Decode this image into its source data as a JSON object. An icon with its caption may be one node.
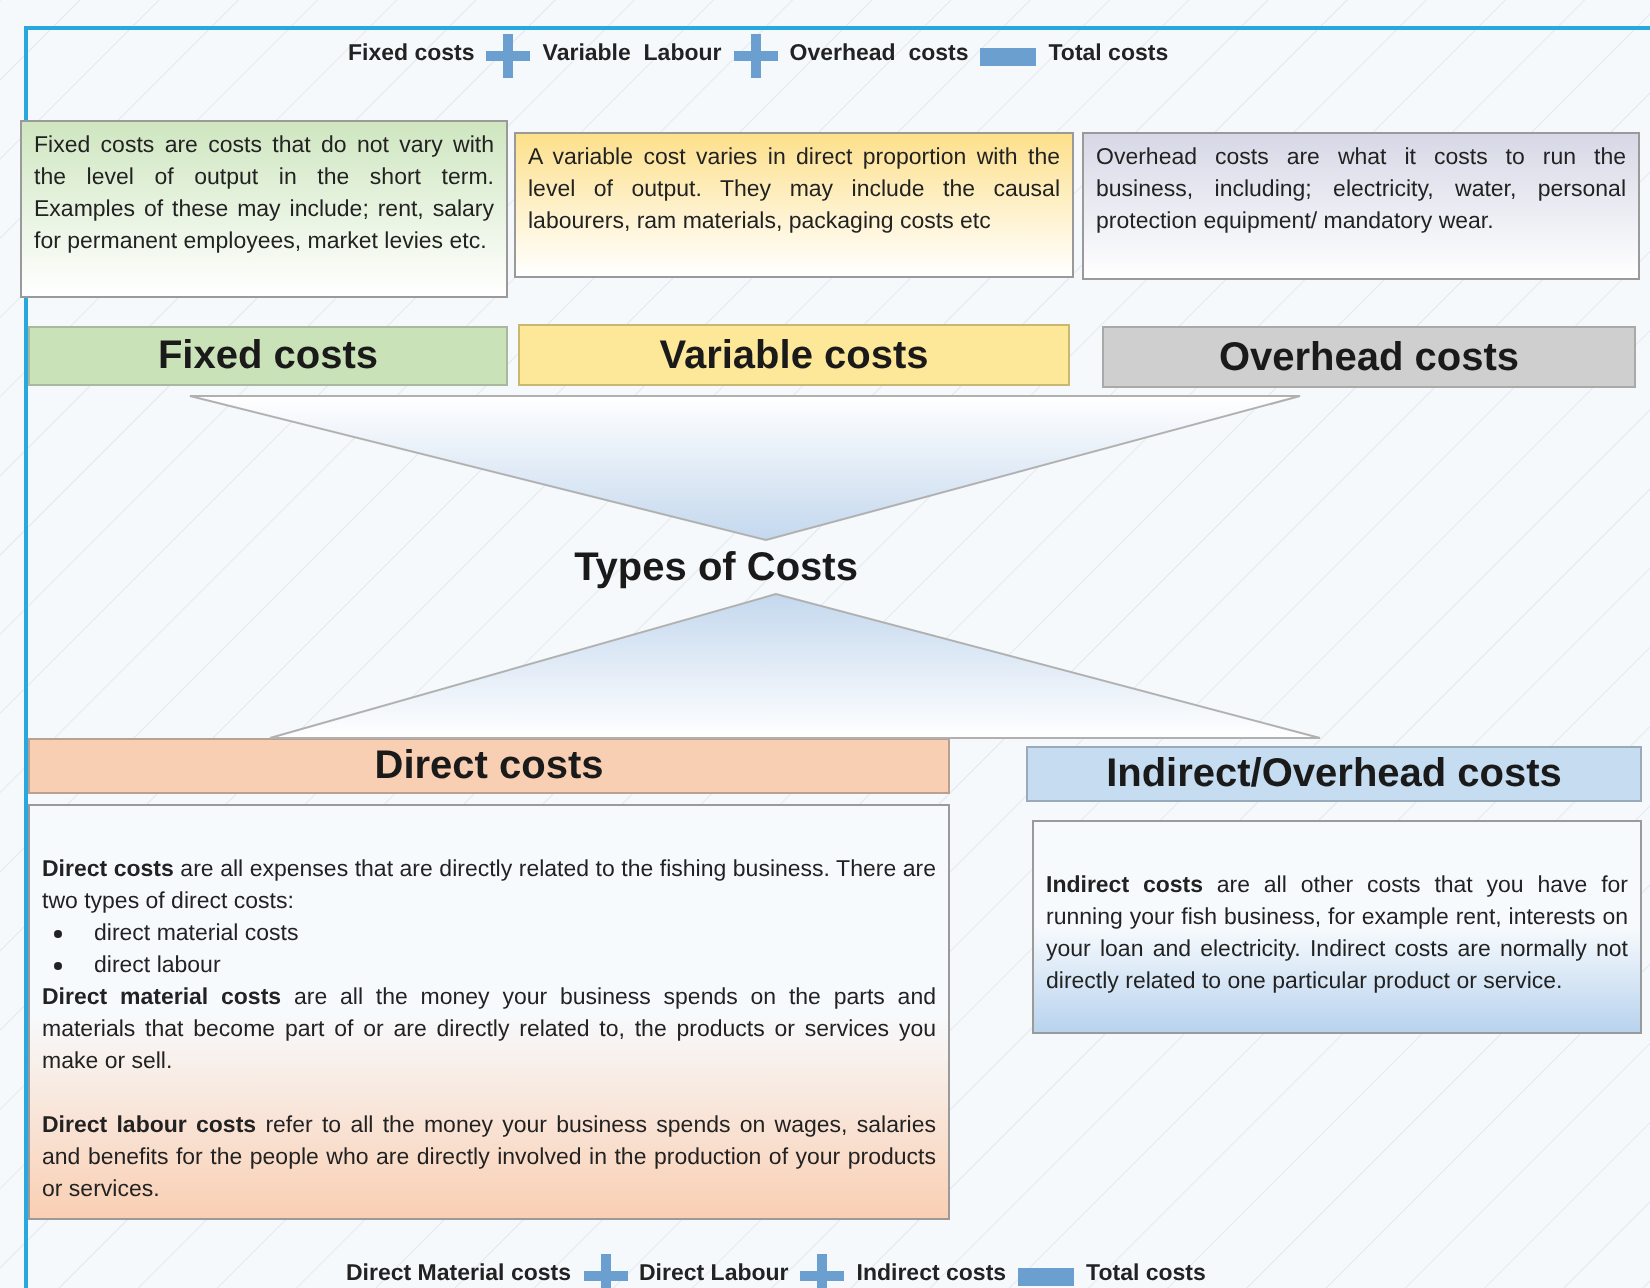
{
  "diagram": {
    "nodes": [
      {
        "text": [
          "Fixed costs are costs that do not vary with the level of output in the short term. Examples of these may include; rent, salary for permanent employees, market levies etc."
        ]
      },
      {
        "text": [
          "A variable cost varies in direct proportion with the level of output. They may include the causal labourers, ram materials, packaging costs etc"
        ]
      },
      {
        "text": [
          "Overhead costs are what it costs to run the business, including; electricity, water, personal protection equipment/ mandatory wear."
        ]
      },
      {
        "text": [
          "Fixed costs"
        ]
      },
      {
        "text": [
          "Variable costs"
        ]
      },
      {
        "text": [
          "Overhead costs"
        ]
      },
      {
        "text": [
          "Types of Costs"
        ]
      },
      {
        "text": [
          "Direct costs"
        ]
      },
      {
        "text": [
          "**Direct costs** are all expenses that are directly related to the fishing business. There are two types of direct costs:",
          "direct material costs",
          "direct labour",
          "**Direct material costs** are all the money your business spends on the parts and materials that become part of or are directly related to, the products or services you make or sell.",
          "**Direct labour costs** refer to all the money your business spends on wages, salaries and benefits for the people who are directly involved in the production of your products or services."
        ]
      },
      {
        "text": [
          "Indirect/Overhead costs"
        ]
      },
      {
        "text": [
          "**Indirect costs** are all other costs that you have for running your fish business, for example rent, interests on your loan and electricity. Indirect costs are normally not directly related to one particular product or service."
        ]
      },
      {
        "text": [],
        "shape": "triangle"
      },
      {
        "text": [],
        "shape": "triangle"
      }
    ],
    "labels": [
      "Fixed costs",
      "Variable  Labour",
      "Overhead  costs",
      "Total costs",
      "Direct Material costs",
      "Direct Labour",
      "Indirect costs",
      "Total costs"
    ]
  }
}
